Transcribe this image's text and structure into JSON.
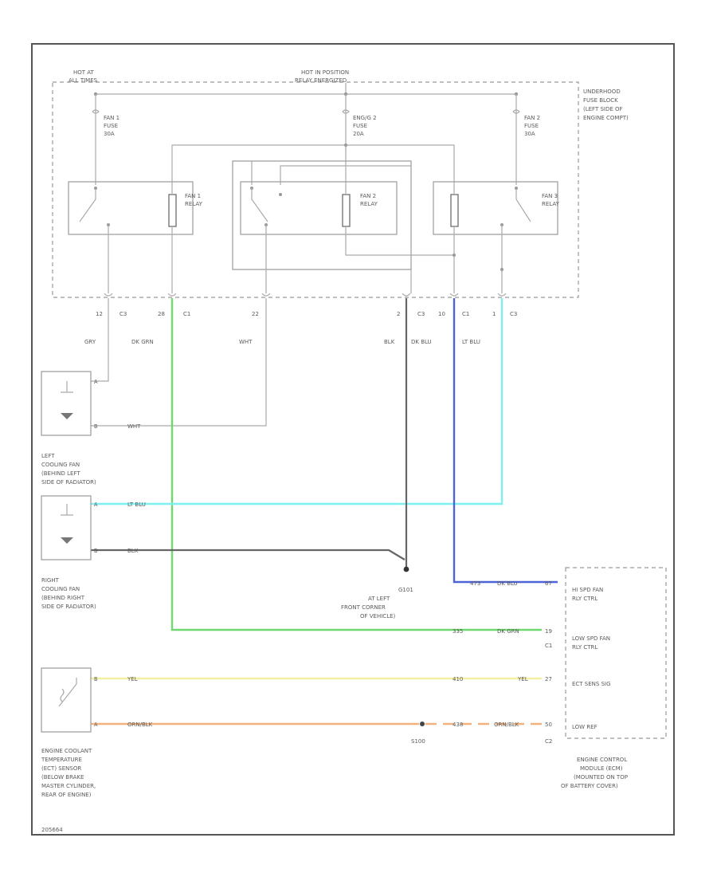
{
  "fuse_block": {
    "hot_at_all_times": [
      "HOT AT",
      "ALL TIMES"
    ],
    "hot_in_position": [
      "HOT IN POSITION",
      "RELAY ENERGIZED"
    ],
    "location": [
      "UNDERHOOD",
      "FUSE BLOCK",
      "(LEFT SIDE OF",
      "ENGINE COMPT)"
    ],
    "fuses": [
      {
        "lines": [
          "FAN 1",
          "FUSE",
          "30A"
        ]
      },
      {
        "lines": [
          "ENG/G 2",
          "FUSE",
          "20A"
        ]
      },
      {
        "lines": [
          "FAN 2",
          "FUSE",
          "30A"
        ]
      }
    ],
    "relays": [
      {
        "lines": [
          "FAN 1",
          "RELAY"
        ]
      },
      {
        "lines": [
          "FAN 2",
          "RELAY"
        ]
      },
      {
        "lines": [
          "FAN 3",
          "RELAY"
        ]
      }
    ]
  },
  "connectors": [
    {
      "pin": "12",
      "conn": "C3"
    },
    {
      "pin": "28",
      "conn": "C1"
    },
    {
      "pin": "22",
      "conn": ""
    },
    {
      "pin": "2",
      "conn": "C3"
    },
    {
      "pin": "10",
      "conn": "C1"
    },
    {
      "pin": "1",
      "conn": "C3"
    }
  ],
  "wire_colors": {
    "gry": "GRY",
    "dk_grn": "DK GRN",
    "wht": "WHT",
    "blk": "BLK",
    "dk_blu": "DK BLU",
    "lt_blu": "LT BLU"
  },
  "left_fan": {
    "pin_a": "A",
    "pin_b": "B",
    "wire_b": "WHT",
    "label": [
      "LEFT",
      "COOLING FAN",
      "(BEHIND LEFT",
      "SIDE OF RADIATOR)"
    ]
  },
  "right_fan": {
    "pin_a": "A",
    "pin_b": "B",
    "wire_a": "LT BLU",
    "wire_b": "BLK",
    "label": [
      "RIGHT",
      "COOLING FAN",
      "(BEHIND RIGHT",
      "SIDE OF RADIATOR)"
    ]
  },
  "ground": {
    "name": "G101",
    "label": [
      "AT LEFT",
      "FRONT CORNER",
      "OF VEHICLE)"
    ]
  },
  "ecm": {
    "hi_spd": {
      "cav": "473",
      "wire": "DK BLU",
      "pin": "67",
      "label": [
        "HI SPD FAN",
        "RLY CTRL"
      ]
    },
    "low_spd": {
      "cav": "335",
      "wire": "DK GRN",
      "pin": "19",
      "conn": "C1",
      "label": [
        "LOW SPD FAN",
        "RLY CTRL"
      ]
    },
    "ect": {
      "cav": "410",
      "wire": "YEL",
      "pin": "27",
      "label": [
        "ECT SENS SIG"
      ]
    },
    "low_ref": {
      "cav": "438",
      "wire": "ORN/BLK",
      "pin": "50",
      "conn": "C2",
      "label": [
        "LOW REF"
      ]
    },
    "splice": "S100",
    "location": [
      "ENGINE CONTROL",
      "MODULE (ECM)",
      "(MOUNTED ON TOP",
      "OF BATTERY COVER)"
    ]
  },
  "ect_sensor": {
    "pin_b": "B",
    "pin_a": "A",
    "wire_b": "YEL",
    "wire_a": "ORN/BLK",
    "label": [
      "ENGINE COOLANT",
      "TEMPERATURE",
      "(ECT) SENSOR",
      "(BELOW BRAKE",
      "MASTER CYLINDER,",
      "REAR OF ENGINE)"
    ]
  },
  "footer_id": "205664",
  "colors": {
    "dk_grn": "#6fd86f",
    "lt_blu": "#7ff0ef",
    "dk_blu": "#4d63d8",
    "yel": "#f0f0a0",
    "orn": "#f2b27f",
    "blk": "#666666"
  }
}
